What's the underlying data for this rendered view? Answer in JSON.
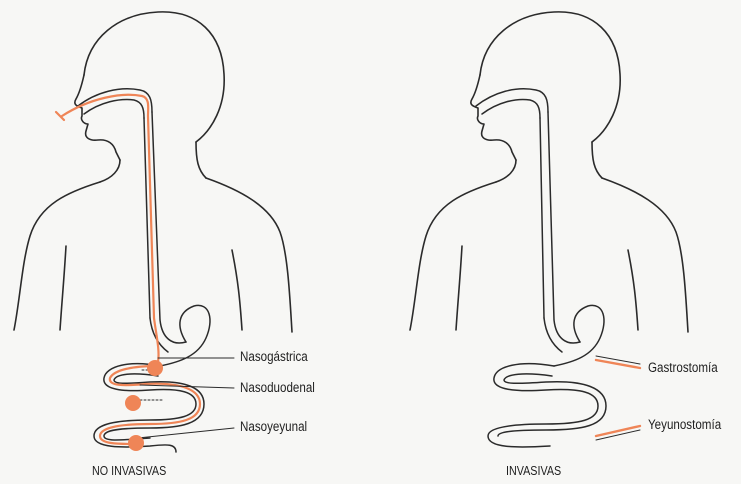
{
  "panels": [
    {
      "caption": "NO INVASIVAS",
      "labels": [
        "Nasogástrica",
        "Nasoduodenal",
        "Nasoyeyunal"
      ]
    },
    {
      "caption": "INVASIVAS",
      "labels": [
        "Gastrostomía",
        "Yeyunostomía"
      ]
    }
  ],
  "colors": {
    "tube": "#ef8557",
    "outline": "#2b2b2b",
    "text": "#1f1f1f"
  }
}
